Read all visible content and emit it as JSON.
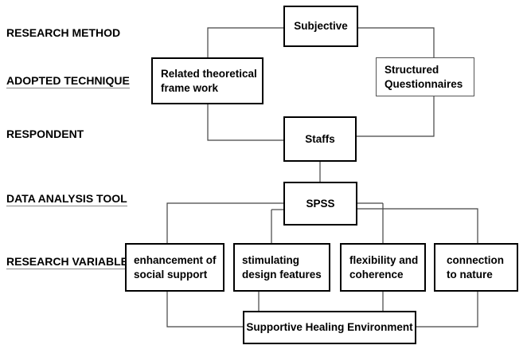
{
  "labels": {
    "research_method": "RESEARCH METHOD",
    "adopted_technique": "ADOPTED TECHNIQUE",
    "respondent": "RESPONDENT",
    "data_analysis_tool": "DATA ANALYSIS TOOL",
    "research_variables": "RESEARCH VARIABLES"
  },
  "boxes": {
    "subjective": "Subjective",
    "related_framework": [
      "Related theoretical",
      "frame work"
    ],
    "structured_questionnaires": [
      "Structured",
      "Questionnaires"
    ],
    "staffs": "Staffs",
    "spss": "SPSS",
    "social_support": [
      "enhancement of",
      "social support"
    ],
    "design_features": [
      "stimulating",
      "design features"
    ],
    "flexibility": [
      "flexibility and",
      "coherence"
    ],
    "nature": [
      "connection",
      "to nature"
    ],
    "healing_environment": "Supportive Healing Environment"
  }
}
